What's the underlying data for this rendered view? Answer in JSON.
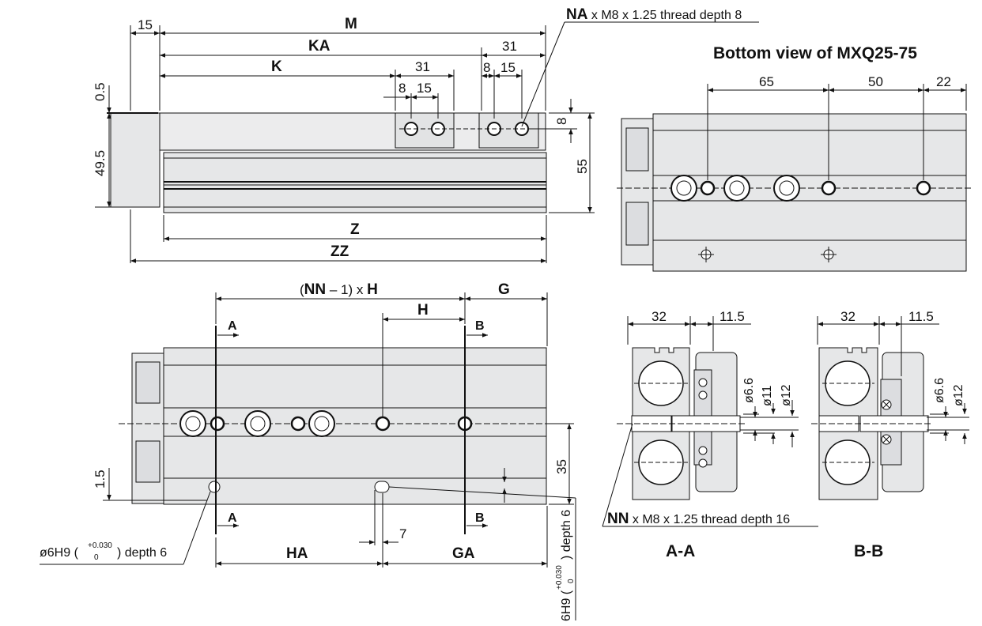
{
  "top": {
    "dim_15": "15",
    "dim_M": "M",
    "dim_KA": "KA",
    "dim_K": "K",
    "dim_31a": "31",
    "dim_31b": "31",
    "dim_8a": "8",
    "dim_15a": "15",
    "dim_8b": "8",
    "dim_15b": "15",
    "dim_05": "0.5",
    "dim_495": "49.5",
    "dim_8v": "8",
    "dim_55": "55",
    "dim_Z": "Z",
    "dim_ZZ": "ZZ",
    "na_bold": "NA",
    "na_rest": " x M8 x 1.25 thread depth 8"
  },
  "bottom_view": {
    "title": "Bottom view of MXQ25-75",
    "dim_65": "65",
    "dim_50": "50",
    "dim_22": "22"
  },
  "lower": {
    "nn_open": "(",
    "nn_bold": "NN",
    "nn_mid": " – 1) x ",
    "nn_h": "H",
    "dim_G": "G",
    "dim_H": "H",
    "sec_A1": "A",
    "sec_B1": "B",
    "sec_A2": "A",
    "sec_B2": "B",
    "dim_35": "35",
    "dim_15v": "1.5",
    "dim_7": "7",
    "dim_HA": "HA",
    "dim_GA": "GA",
    "pin_left_a": "ø6H9 (",
    "pin_left_tol_hi": "+0.030",
    "pin_left_tol_lo": "0",
    "pin_left_b": ") depth 6",
    "pin_right_a": "6H9 (",
    "pin_right_tol_hi": "+0.030",
    "pin_right_tol_lo": "0",
    "pin_right_b": ") depth 6"
  },
  "sections": {
    "aa_32": "32",
    "aa_115": "11.5",
    "aa_d66": "ø6.6",
    "aa_d11": "ø11",
    "aa_d12": "ø12",
    "bb_32": "32",
    "bb_115": "11.5",
    "bb_d66": "ø6.6",
    "bb_d12": "ø12",
    "nn_bold": "NN",
    "nn_rest": " x M8 x 1.25 thread depth 16",
    "label_aa": "A-A",
    "label_bb": "B-B"
  }
}
